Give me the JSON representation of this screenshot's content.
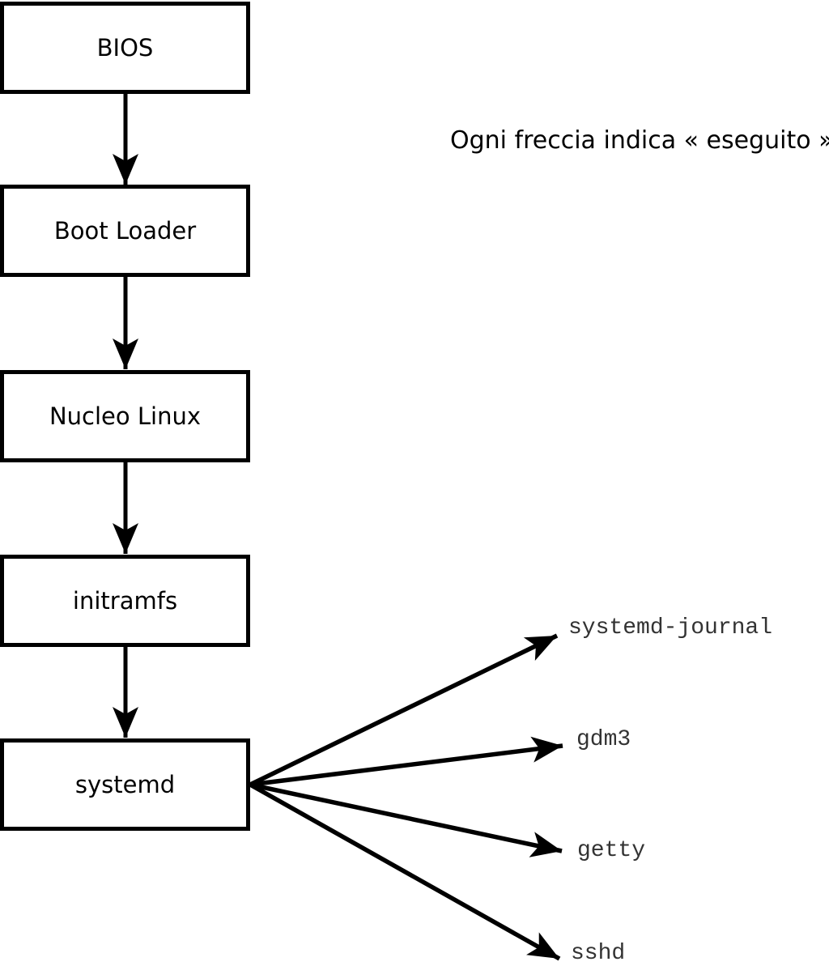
{
  "diagram": {
    "note": "Ogni freccia indica « eseguito ».",
    "boot_chain": [
      {
        "id": "bios",
        "label": "BIOS"
      },
      {
        "id": "boot-loader",
        "label": "Boot Loader"
      },
      {
        "id": "nucleo-linux",
        "label": "Nucleo Linux"
      },
      {
        "id": "initramfs",
        "label": "initramfs"
      },
      {
        "id": "systemd",
        "label": "systemd"
      }
    ],
    "spawned_processes": [
      {
        "id": "systemd-journal",
        "label": "systemd-journal"
      },
      {
        "id": "gdm3",
        "label": "gdm3"
      },
      {
        "id": "getty",
        "label": "getty"
      },
      {
        "id": "sshd",
        "label": "sshd"
      }
    ],
    "colors": {
      "line": "#000000",
      "box_border": "#000000",
      "background": "#ffffff",
      "text": "#000000"
    }
  }
}
